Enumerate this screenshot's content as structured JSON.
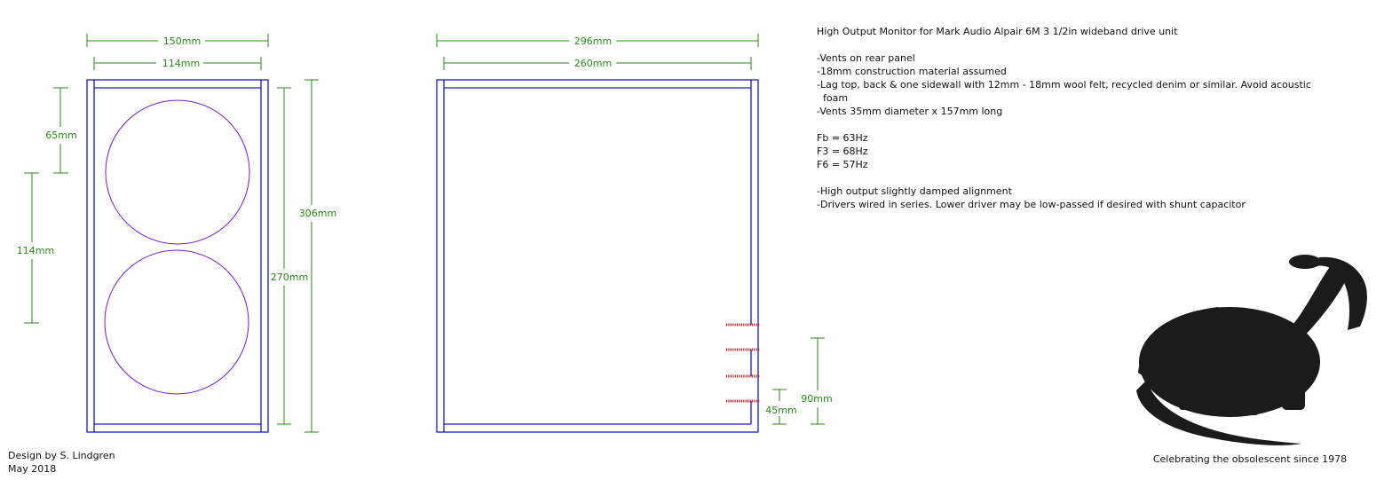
{
  "front_view": {
    "dims": {
      "outer_width": "150mm",
      "inner_width": "114mm",
      "top_offset": "65mm",
      "driver_spacing": "114mm",
      "inner_height": "270mm",
      "outer_height": "306mm"
    }
  },
  "side_view": {
    "dims": {
      "outer_depth": "296mm",
      "inner_depth": "260mm",
      "vent_offset_1": "45mm",
      "vent_offset_2": "90mm"
    }
  },
  "notes": {
    "title": "High Output Monitor for Mark Audio Alpair 6M 3 1/2in wideband drive unit",
    "lines": [
      "-Vents on rear panel",
      "-18mm construction material assumed",
      "-Lag top, back & one sidewall with 12mm - 18mm wool felt, recycled denim or similar. Avoid acoustic",
      "  foam",
      "-Vents 35mm diameter x 157mm long"
    ],
    "freq": [
      "Fb = 63Hz",
      "F3 = 68Hz",
      "F6 = 57Hz"
    ],
    "lines2": [
      "-High output slightly damped alignment",
      "-Drivers wired in series. Lower driver may be low-passed if desired with shunt capacitor"
    ]
  },
  "credit": {
    "line1": "Design by S. Lindgren",
    "line2": "May 2018"
  },
  "tagline": "Celebrating the obsolescent since 1978",
  "colors": {
    "panel": "#1a1ad0",
    "driver": "#7a1ad0",
    "dimension": "#2a8a1a",
    "vent": "#d01a1a",
    "logo": "#1b1b1b"
  },
  "icons": {
    "logo": "brontosaurus-silhouette-icon"
  }
}
